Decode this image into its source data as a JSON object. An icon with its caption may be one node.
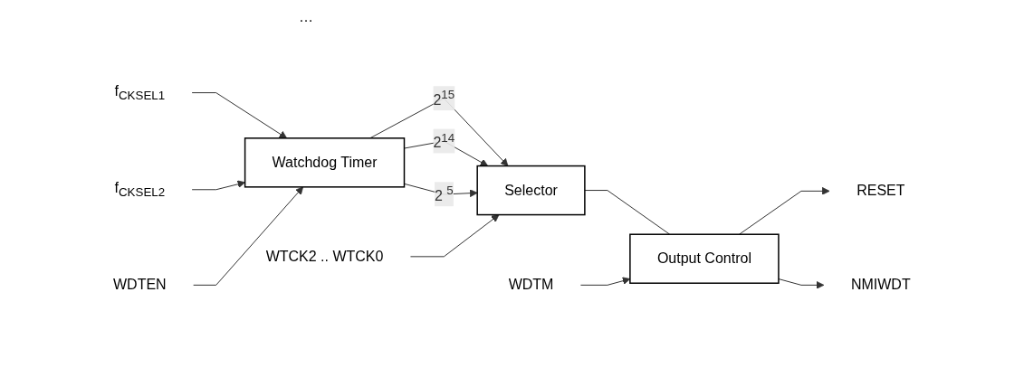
{
  "diagram": {
    "nodes": [
      {
        "text": [
          "f$_{CKSEL1}$"
        ]
      },
      {
        "text": [
          "f$_{CKSEL2}$"
        ]
      },
      {
        "text": [
          "Watchdog Timer"
        ]
      },
      {
        "text": [
          "WDTEN"
        ]
      },
      {
        "text": [
          "Selector"
        ]
      },
      {
        "text": [
          "WTCK2 .. WTCK0"
        ]
      },
      {
        "text": [
          "Output Control"
        ]
      },
      {
        "text": [
          "WDTM"
        ]
      },
      {
        "text": [
          "RESET"
        ]
      },
      {
        "text": [
          "NMIWDT"
        ]
      }
    ],
    "edges": [
      {
        "from": 0,
        "to": 2,
        "arrow": "to"
      },
      {
        "from": 1,
        "to": 2,
        "arrow": "to"
      },
      {
        "from": 3,
        "to": 2,
        "arrow": "to"
      },
      {
        "from": 2,
        "to": 4,
        "arrow": "to",
        "label": "2$^{15}$"
      },
      {
        "from": 2,
        "to": 4,
        "arrow": "to",
        "label": "2$^{14}$"
      },
      {
        "from": 2,
        "to": 4,
        "arrow": "to",
        "label": "2 $^{5}$"
      },
      {
        "from": 5,
        "to": 4,
        "arrow": "to"
      },
      {
        "from": 4,
        "to": 6,
        "arrow": "none"
      },
      {
        "from": 7,
        "to": 6,
        "arrow": "to"
      },
      {
        "from": 6,
        "to": 8,
        "arrow": "to"
      },
      {
        "from": 6,
        "to": 9,
        "arrow": "to"
      }
    ],
    "labels": [
      "…"
    ]
  }
}
